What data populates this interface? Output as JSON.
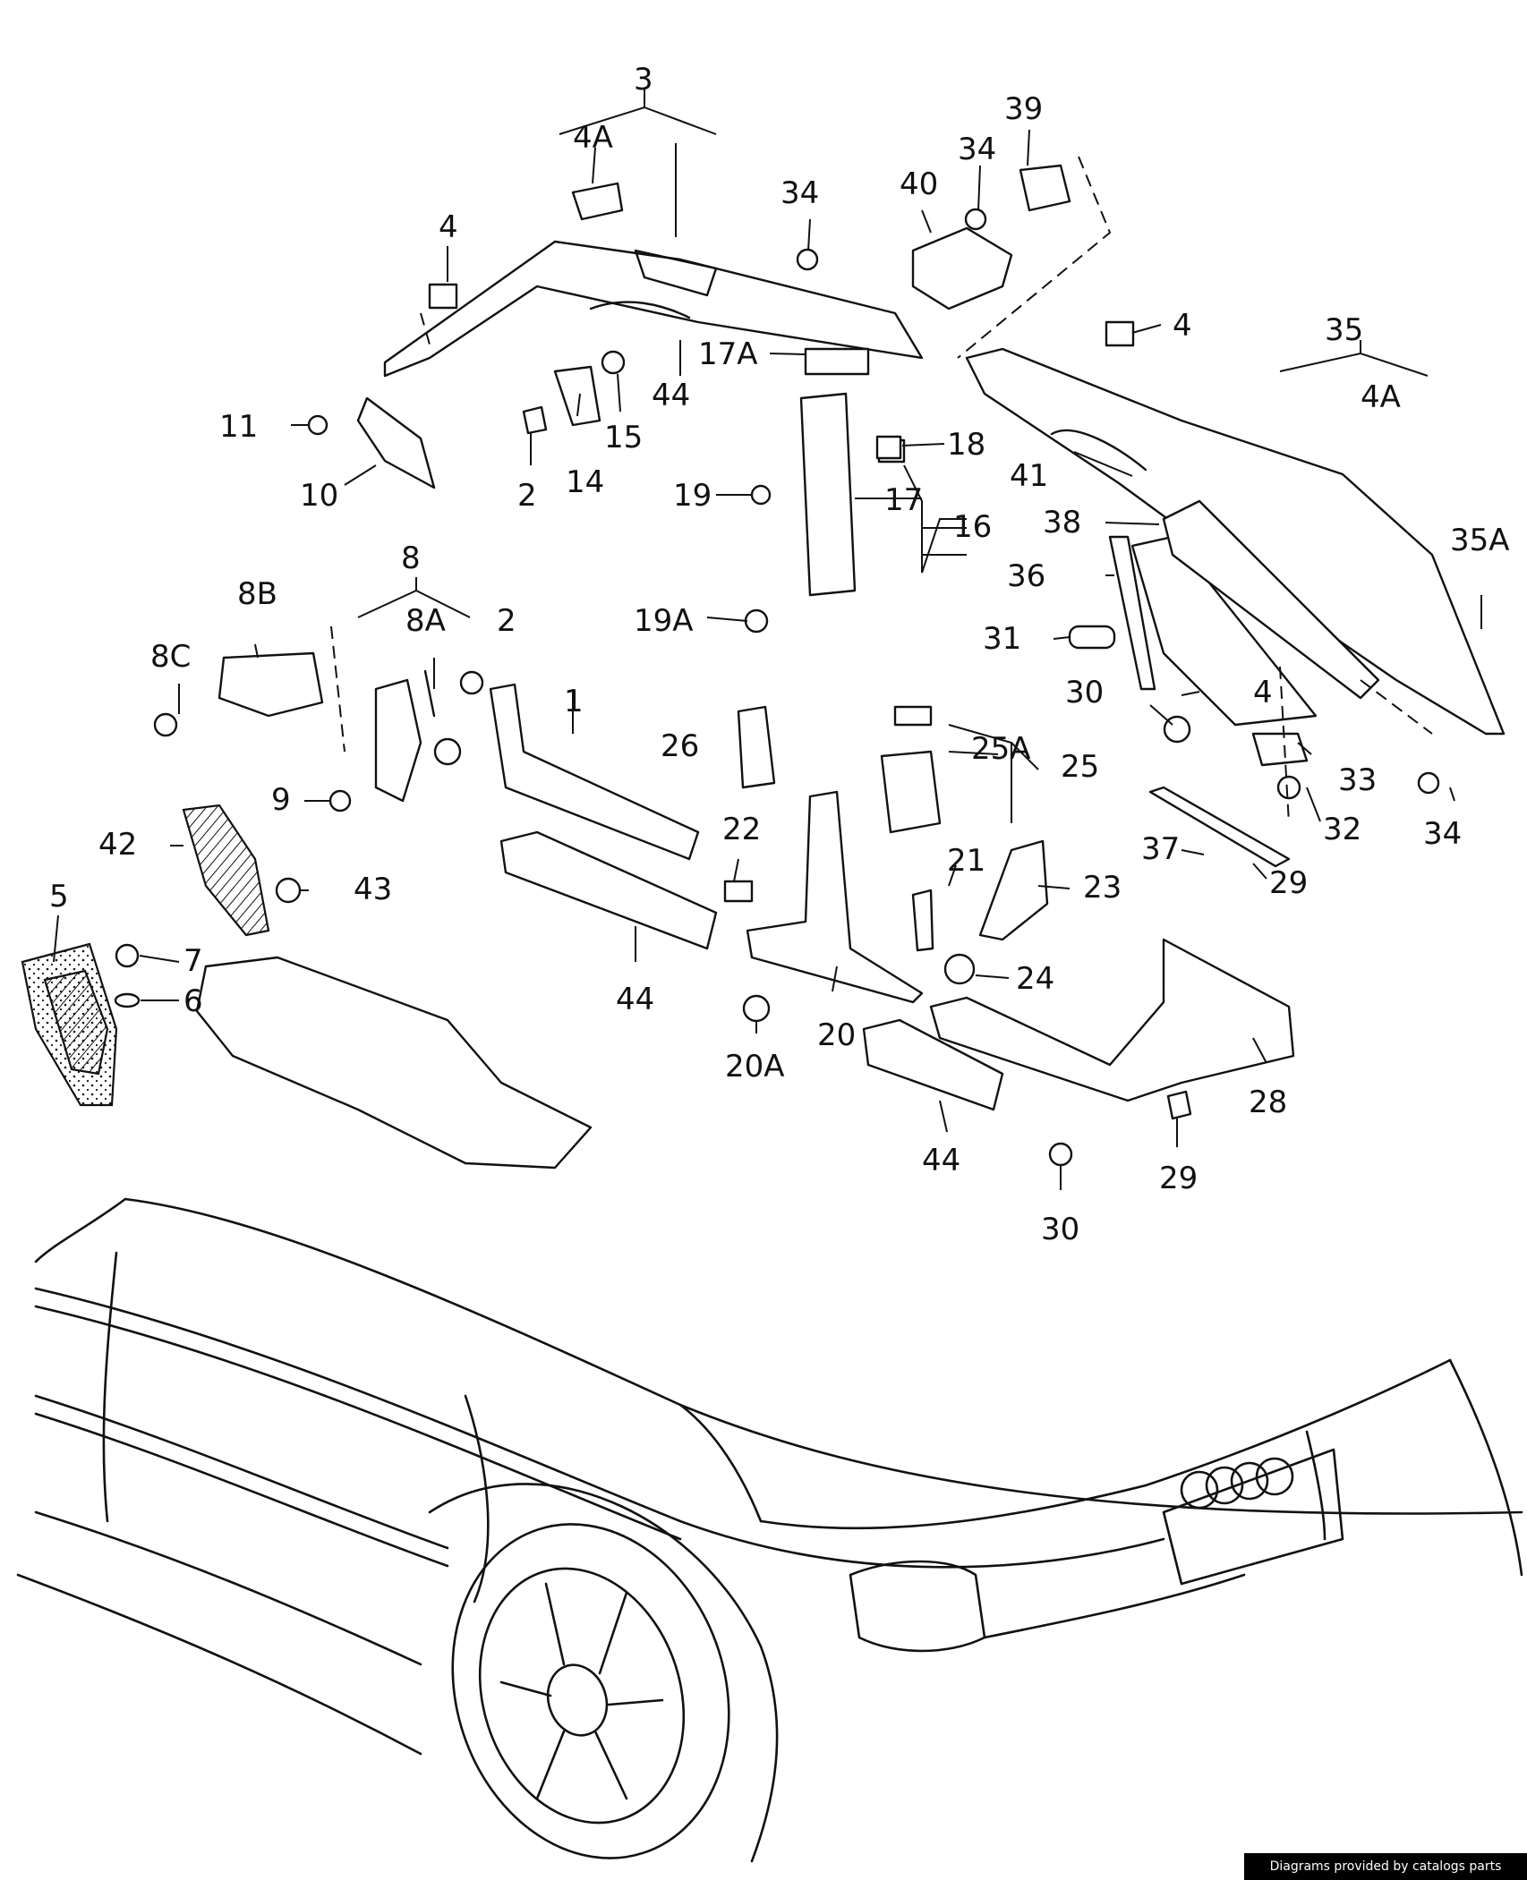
{
  "callouts": [
    "3",
    "4A",
    "4",
    "39",
    "34",
    "40",
    "34",
    "4",
    "35",
    "4A",
    "17A",
    "44",
    "11",
    "15",
    "14",
    "2",
    "10",
    "18",
    "19",
    "17",
    "16",
    "41",
    "38",
    "35A",
    "36",
    "8",
    "8B",
    "8A",
    "2",
    "8C",
    "19A",
    "31",
    "4",
    "1",
    "26",
    "25A",
    "25",
    "30",
    "33",
    "34",
    "32",
    "9",
    "22",
    "21",
    "29",
    "37",
    "42",
    "43",
    "23",
    "5",
    "7",
    "6",
    "44",
    "24",
    "20",
    "20A",
    "28",
    "44",
    "29",
    "30"
  ],
  "credit": "Diagrams provided by catalogs parts"
}
